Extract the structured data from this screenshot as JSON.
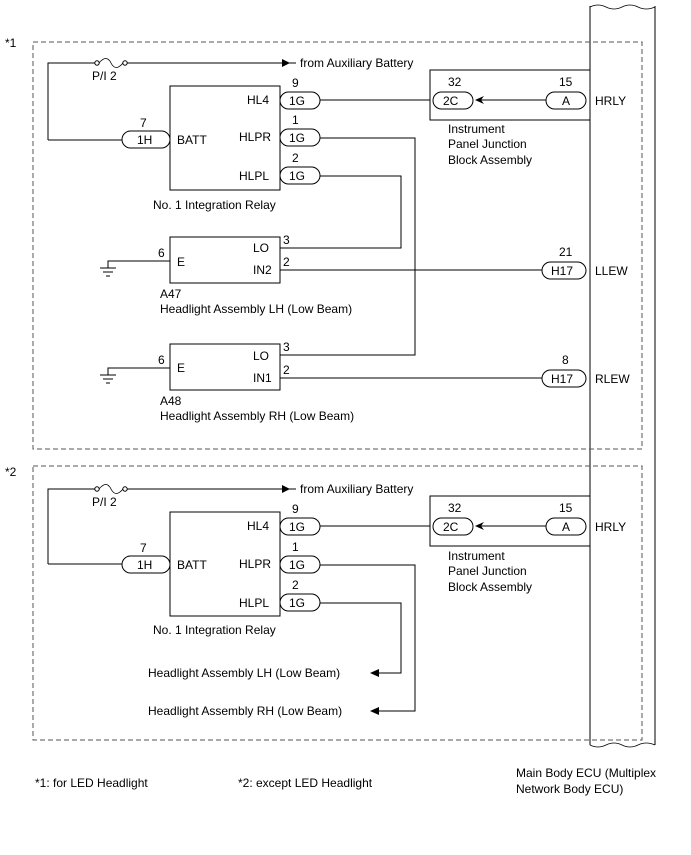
{
  "frames": [
    {
      "marker": "*1",
      "fuse": "P/I 2",
      "source": "from Auxiliary Battery",
      "relay": {
        "label": "No. 1 Integration Relay",
        "batt": {
          "pin": "7",
          "conn": "1H",
          "name": "BATT"
        },
        "hl4": {
          "pin": "9",
          "conn": "1G",
          "name": "HL4"
        },
        "hlpr": {
          "pin": "1",
          "conn": "1G",
          "name": "HLPR"
        },
        "hlpl": {
          "pin": "2",
          "conn": "1G",
          "name": "HLPL"
        }
      },
      "junction": {
        "label_lines": [
          "Instrument",
          "Panel Junction",
          "Block Assembly"
        ],
        "left": {
          "pin": "32",
          "conn": "2C"
        },
        "right": {
          "pin": "15",
          "conn": "A"
        },
        "ecu_signal": "HRLY"
      },
      "headlight_lh": {
        "code": "A47",
        "label": "Headlight Assembly LH (Low Beam)",
        "e": {
          "pin": "6",
          "name": "E"
        },
        "lo": {
          "pin": "3",
          "name": "LO"
        },
        "in": {
          "pin": "2",
          "name": "IN2"
        },
        "ecu": {
          "pin": "21",
          "conn": "H17",
          "signal": "LLEW"
        }
      },
      "headlight_rh": {
        "code": "A48",
        "label": "Headlight Assembly RH (Low Beam)",
        "e": {
          "pin": "6",
          "name": "E"
        },
        "lo": {
          "pin": "3",
          "name": "LO"
        },
        "in": {
          "pin": "2",
          "name": "IN1"
        },
        "ecu": {
          "pin": "8",
          "conn": "H17",
          "signal": "RLEW"
        }
      }
    },
    {
      "marker": "*2",
      "fuse": "P/I 2",
      "source": "from Auxiliary Battery",
      "relay": {
        "label": "No. 1 Integration Relay",
        "batt": {
          "pin": "7",
          "conn": "1H",
          "name": "BATT"
        },
        "hl4": {
          "pin": "9",
          "conn": "1G",
          "name": "HL4"
        },
        "hlpr": {
          "pin": "1",
          "conn": "1G",
          "name": "HLPR"
        },
        "hlpl": {
          "pin": "2",
          "conn": "1G",
          "name": "HLPL"
        }
      },
      "junction": {
        "label_lines": [
          "Instrument",
          "Panel Junction",
          "Block Assembly"
        ],
        "left": {
          "pin": "32",
          "conn": "2C"
        },
        "right": {
          "pin": "15",
          "conn": "A"
        },
        "ecu_signal": "HRLY"
      },
      "to_lh": "Headlight Assembly LH (Low Beam)",
      "to_rh": "Headlight Assembly RH (Low Beam)"
    }
  ],
  "notes": [
    "*1: for LED Headlight",
    "*2: except LED Headlight"
  ],
  "ecu_label_lines": [
    "Main Body ECU (Multiplex",
    "Network Body ECU)"
  ]
}
